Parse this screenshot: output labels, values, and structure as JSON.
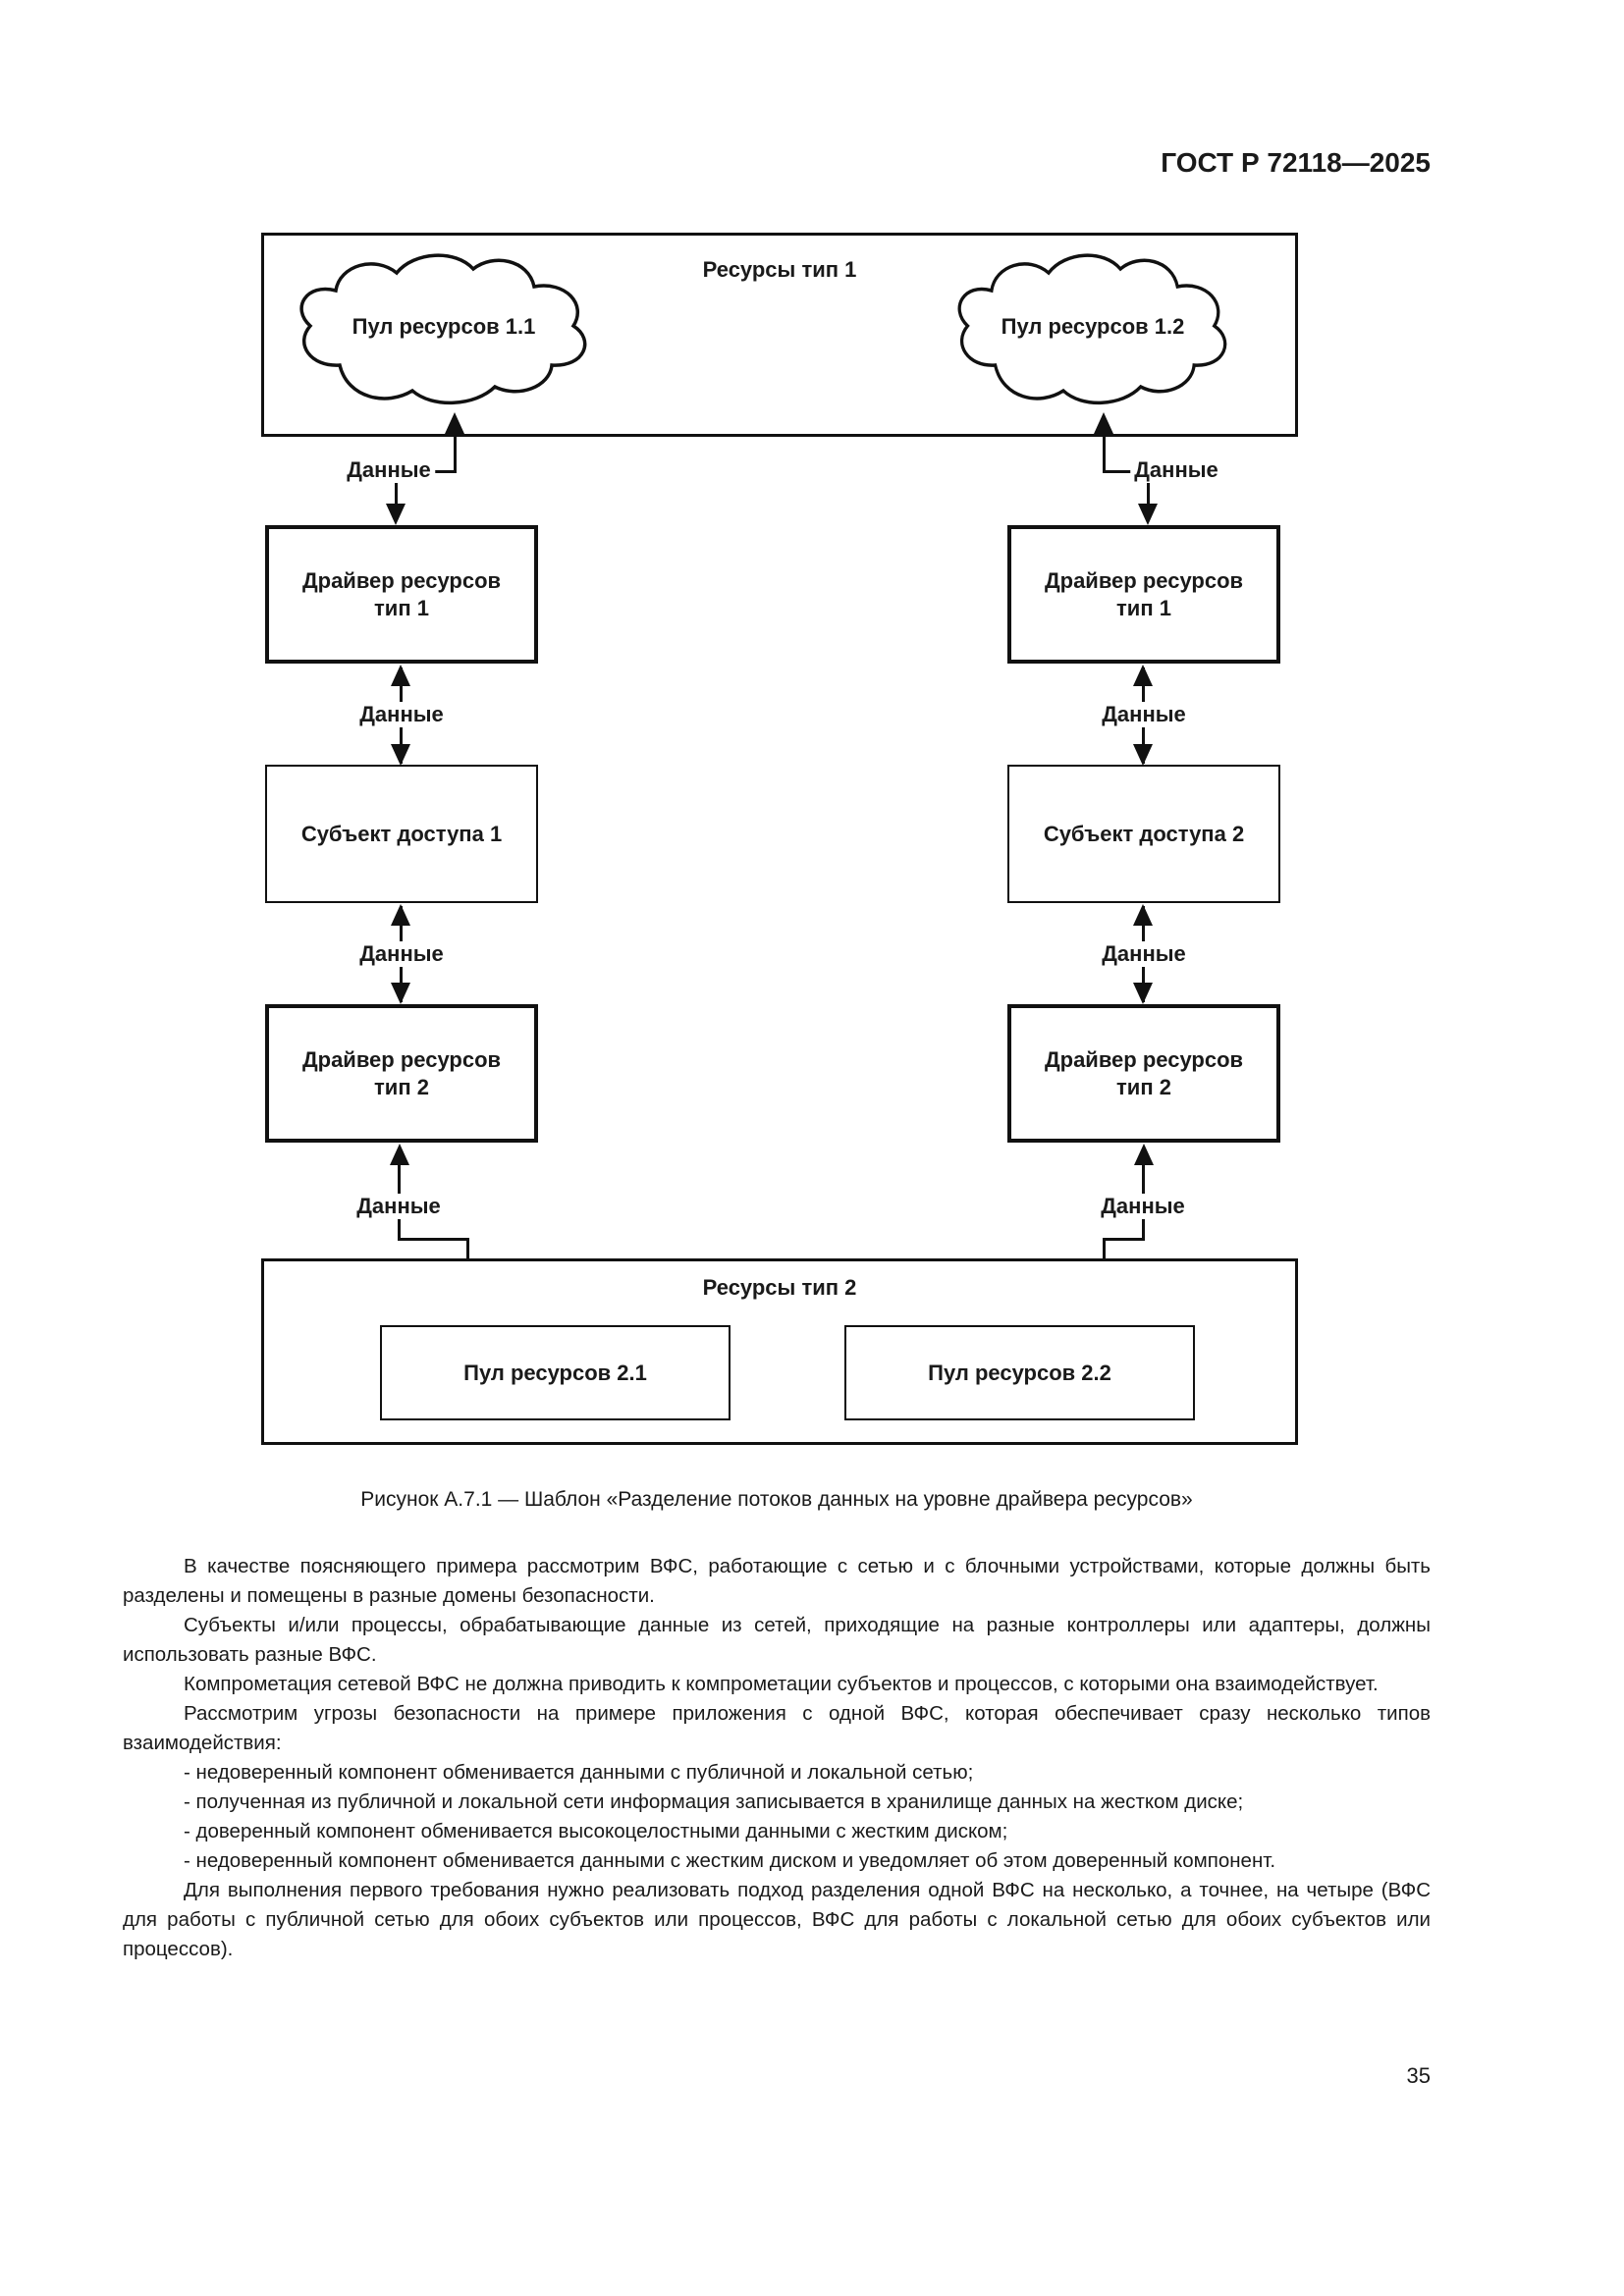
{
  "header": {
    "title": "ГОСТ Р 72118—2025"
  },
  "diagram": {
    "data_label": "Данные",
    "top_container": {
      "label": "Ресурсы тип 1",
      "pool_left": "Пул ресурсов 1.1",
      "pool_right": "Пул ресурсов 1.2"
    },
    "driver_type1": {
      "line1": "Драйвер ресурсов",
      "line2": "тип 1"
    },
    "subject_left": "Субъект доступа 1",
    "subject_right": "Субъект доступа 2",
    "driver_type2": {
      "line1": "Драйвер ресурсов",
      "line2": "тип 2"
    },
    "bottom_container": {
      "label": "Ресурсы тип 2",
      "pool_left": "Пул ресурсов 2.1",
      "pool_right": "Пул ресурсов 2.2"
    }
  },
  "caption": "Рисунок А.7.1 — Шаблон «Разделение потоков данных на уровне драйвера ресурсов»",
  "body": {
    "paragraphs": [
      "В качестве поясняющего примера рассмотрим ВФС, работающие с сетью и с блочными устройствами, кото­рые должны быть разделены и помещены в разные домены безопасности.",
      "Субъекты и/или процессы, обрабатывающие данные из сетей, приходящие на разные контроллеры или адаптеры, должны использовать разные ВФС.",
      "Компрометация сетевой ВФС не должна приводить к компрометации субъектов и процессов, с которыми она взаимодействует.",
      "Рассмотрим угрозы безопасности на примере приложения с одной ВФС, которая обеспечивает сразу не­сколько типов взаимодействия:",
      "- недоверенный компонент обменивается данными с публичной и локальной сетью;",
      "- полученная из публичной и локальной сети информация записывается в хранилище данных на жестком диске;",
      "- доверенный компонент обменивается высокоцелостными данными с жестким диском;",
      "- недоверенный компонент обменивается данными с жестким диском и уведомляет об этом доверенный компонент.",
      "Для выполнения первого требования нужно реализовать подход разделения одной ВФС на несколько, а точнее, на четыре (ВФС для работы с публичной сетью для обоих субъектов или процессов, ВФС для работы с локальной сетью для обоих субъектов или процессов)."
    ]
  },
  "page_number": "35"
}
